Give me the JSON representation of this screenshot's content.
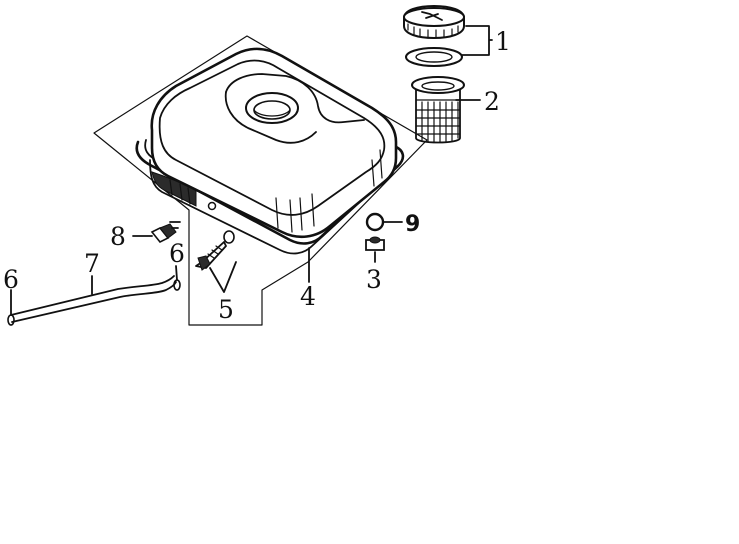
{
  "diagram": {
    "callouts": {
      "1": "1",
      "2": "2",
      "3": "3",
      "4": "4",
      "5": "5",
      "6a": "6",
      "6b": "6",
      "7": "7",
      "8": "8",
      "9": "9"
    }
  },
  "colors": {
    "ink": "#111111",
    "background": "#ffffff"
  },
  "icons": {
    "fuel-cap": "fuel-cap-icon",
    "fuel-filter": "fuel-filter-icon",
    "fuel-tank": "fuel-tank-icon"
  }
}
